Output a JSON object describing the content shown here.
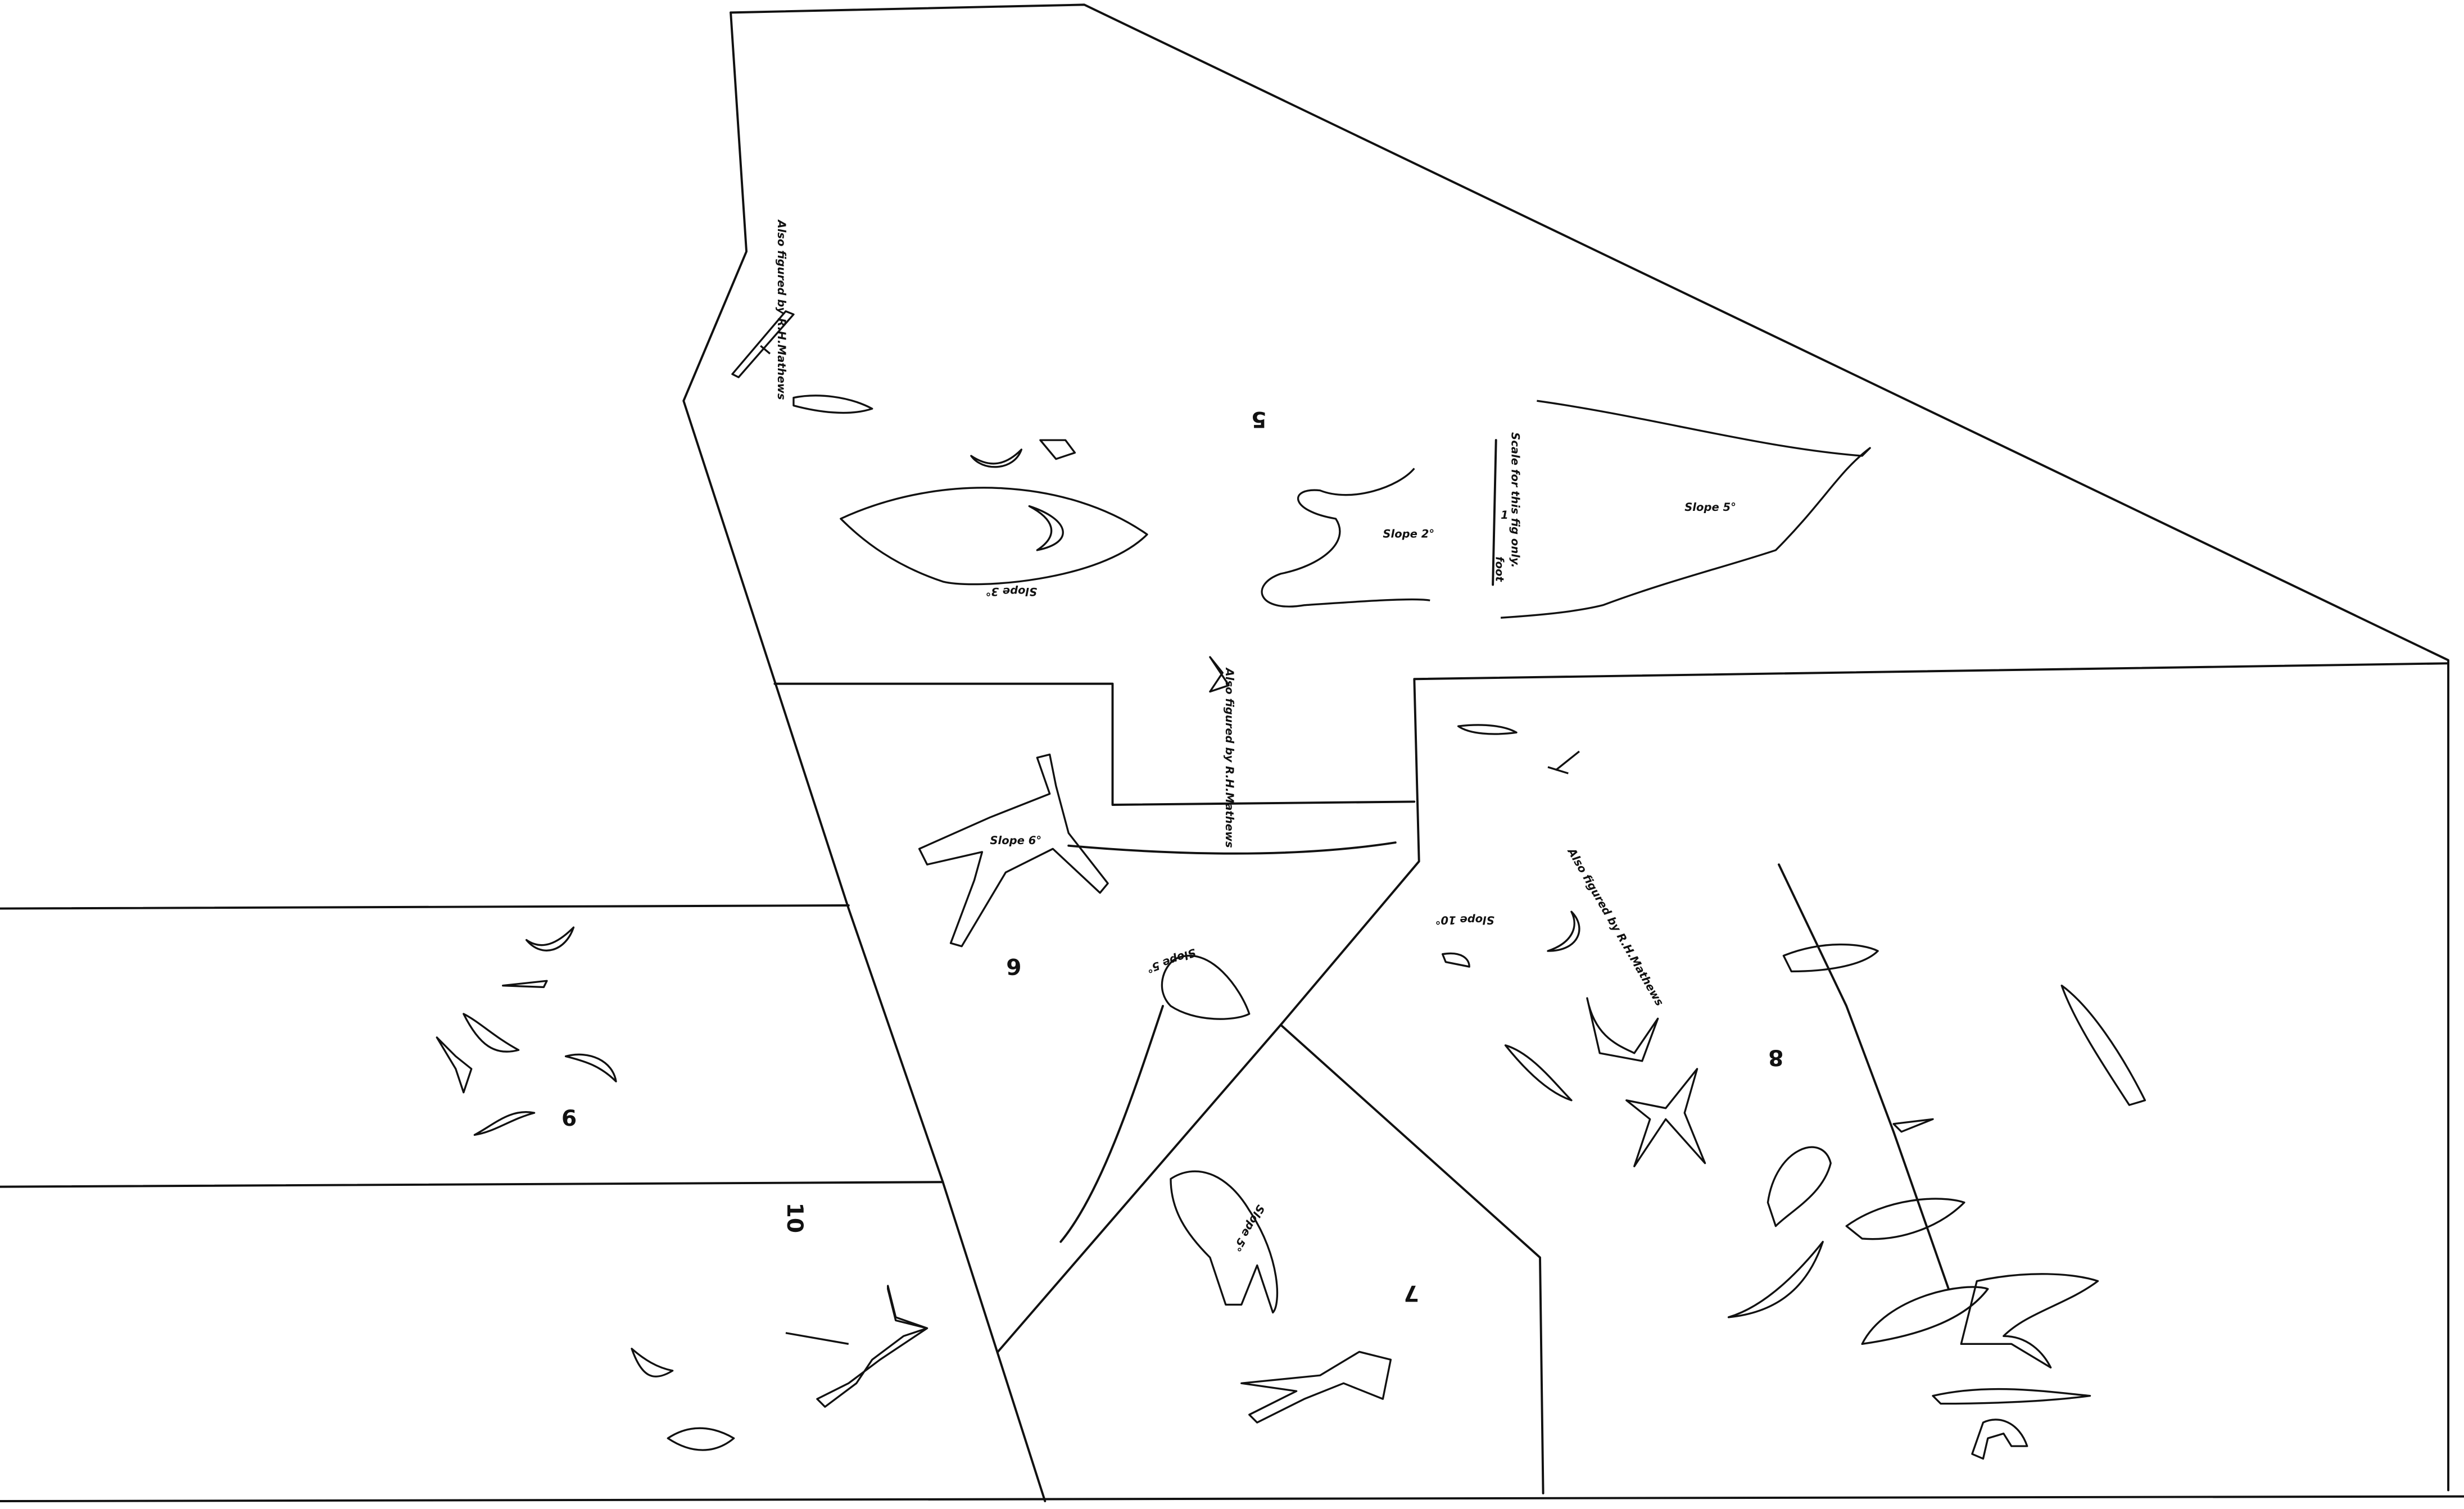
{
  "title": "Rock engraving site plan (regions 5–10)",
  "regions": {
    "r5": "5",
    "r6": "6",
    "r7": "7",
    "r8": "8",
    "r9": "9",
    "r10": "10"
  },
  "notes": {
    "also_figured_1": "Also figured by R.H.Mathews",
    "also_figured_2": "Also figured by R.H.Mathews",
    "also_figured_3": "Also figured by R.H.Mathews",
    "scale_text": "Scale for this fig only.",
    "scale_unit": "foot",
    "scale_mid": "1",
    "slope_5_a": "Slope 5°",
    "slope_3": "Slope 3°",
    "slope_2": "Slope 2°",
    "slope_6": "Slope 6°",
    "slope_10": "Slope 10°",
    "slope_6b": "Slope 5°",
    "slope_7": "Slope 5°"
  },
  "colors": {
    "ink": "#111111",
    "paper": "#ffffff"
  }
}
